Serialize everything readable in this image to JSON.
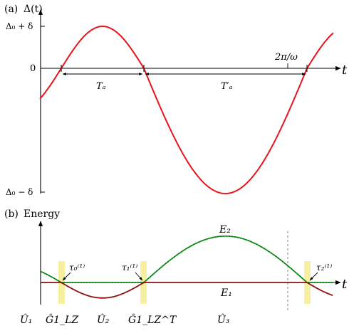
{
  "panel_a": {
    "tag": "(a)",
    "y_title": "Δ(t)",
    "x_title": "t",
    "tick_top": "Δ₀ + δ",
    "tick_zero": "0",
    "tick_bottom": "Δ₀ − δ",
    "period_label": "2π/ω",
    "interval_1": "Tₐ",
    "interval_2": "T′ₐ",
    "curve_color": "#e8141b"
  },
  "panel_b": {
    "tag": "(b)",
    "y_title": "Energy",
    "x_title": "t",
    "E2_label": "E₂",
    "E1_label": "E₁",
    "E2_color": "#14a01e",
    "E1_color": "#8b1010",
    "E1_label_color": "#d42020",
    "highlight_color": "#f7f0a0",
    "taus": [
      "τ₀⁽¹⁾",
      "τ₁⁽¹⁾",
      "τ₂⁽¹⁾"
    ],
    "operators": [
      "Û₁",
      "Ĝ1_LZ",
      "Û₂",
      "Ĝ1_LZ^T",
      "Û₃"
    ]
  },
  "chart_data": [
    {
      "type": "line",
      "panel": "(a)",
      "ylabel": "Δ(t)",
      "xlabel": "t",
      "y_ticks": [
        "Δ₀ − δ",
        "0",
        "Δ₀ + δ"
      ],
      "series": [
        {
          "name": "Δ(t)",
          "shape": "sinusoid",
          "min_label": "Δ₀ − δ",
          "max_label": "Δ₀ + δ"
        }
      ]
    },
    {
      "type": "line",
      "panel": "(b)",
      "ylabel": "Energy",
      "xlabel": "t",
      "series": [
        {
          "name": "E₂"
        },
        {
          "name": "E₁"
        }
      ]
    }
  ]
}
